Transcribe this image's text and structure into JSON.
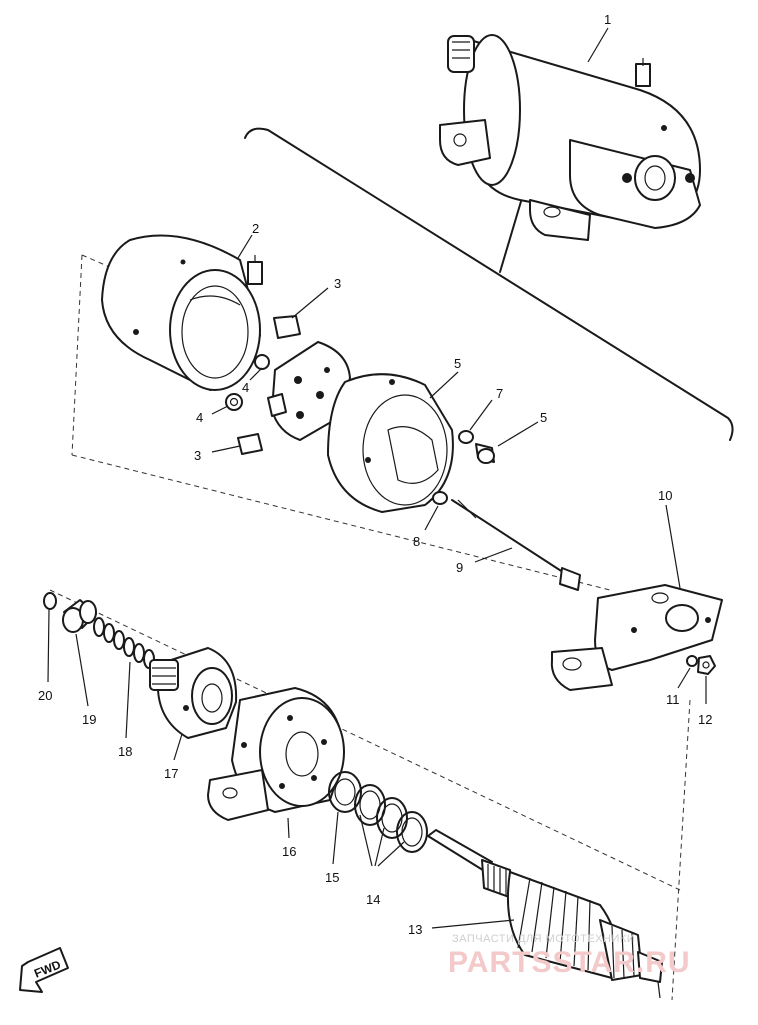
{
  "callouts": [
    {
      "id": "c1",
      "label": "1"
    },
    {
      "id": "c2",
      "label": "2"
    },
    {
      "id": "c3a",
      "label": "3"
    },
    {
      "id": "c3b",
      "label": "3"
    },
    {
      "id": "c4a",
      "label": "4"
    },
    {
      "id": "c4b",
      "label": "4"
    },
    {
      "id": "c5a",
      "label": "5"
    },
    {
      "id": "c5b",
      "label": "5"
    },
    {
      "id": "c7",
      "label": "7"
    },
    {
      "id": "c8",
      "label": "8"
    },
    {
      "id": "c9",
      "label": "9"
    },
    {
      "id": "c10",
      "label": "10"
    },
    {
      "id": "c11",
      "label": "11"
    },
    {
      "id": "c12",
      "label": "12"
    },
    {
      "id": "c13",
      "label": "13"
    },
    {
      "id": "c14",
      "label": "14"
    },
    {
      "id": "c15",
      "label": "15"
    },
    {
      "id": "c16",
      "label": "16"
    },
    {
      "id": "c17",
      "label": "17"
    },
    {
      "id": "c18",
      "label": "18"
    },
    {
      "id": "c19",
      "label": "19"
    },
    {
      "id": "c20",
      "label": "20"
    }
  ],
  "fwd_label": "FWD",
  "watermark": {
    "top_text": "ЗАПЧАСТИ ДЛЯ МОТОТЕХНИКИ",
    "main_text": "PARTSSTAR.RU"
  }
}
